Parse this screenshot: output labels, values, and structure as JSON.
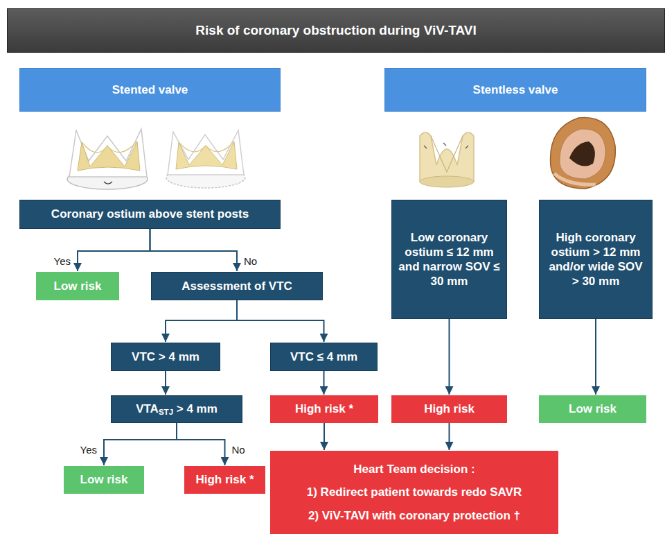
{
  "diagram": {
    "title": "Risk of coronary obstruction during ViV-TAVI",
    "nodes": [
      {
        "text": [
          "Stented valve"
        ]
      },
      {
        "text": [
          "Stentless valve"
        ]
      },
      {
        "text": [
          "Coronary ostium above stent posts"
        ]
      },
      {
        "text": [
          "Low coronary ostium ≤ 12 mm and narrow SOV ≤ 30 mm"
        ]
      },
      {
        "text": [
          "High coronary ostium > 12 mm and/or wide SOV > 30 mm"
        ]
      },
      {
        "text": [
          "Low risk"
        ]
      },
      {
        "text": [
          "Assessment of VTC"
        ]
      },
      {
        "text": [
          "VTC > 4 mm"
        ]
      },
      {
        "text": [
          "VTC ≤ 4 mm"
        ]
      },
      {
        "text": [
          "VTA",
          "STJ",
          " > 4 mm"
        ]
      },
      {
        "text": [
          "High risk *"
        ]
      },
      {
        "text": [
          "High risk"
        ]
      },
      {
        "text": [
          "Low risk"
        ]
      },
      {
        "text": [
          "Low risk"
        ]
      },
      {
        "text": [
          "High risk *"
        ]
      },
      {
        "text": [
          "Heart Team decision :",
          "1) Redirect patient towards redo SAVR",
          "2) ViV-TAVI with coronary protection †"
        ]
      }
    ],
    "edges": [
      {
        "from": 2,
        "to": 5,
        "arrow": "to",
        "label": "Yes"
      },
      {
        "from": 2,
        "to": 6,
        "arrow": "to",
        "label": "No"
      },
      {
        "from": 6,
        "to": 7,
        "arrow": "to"
      },
      {
        "from": 6,
        "to": 8,
        "arrow": "to"
      },
      {
        "from": 7,
        "to": 9,
        "arrow": "to"
      },
      {
        "from": 9,
        "to": 13,
        "arrow": "to",
        "label": "Yes"
      },
      {
        "from": 9,
        "to": 14,
        "arrow": "to",
        "label": "No"
      },
      {
        "from": 8,
        "to": 10,
        "arrow": "to"
      },
      {
        "from": 3,
        "to": 11,
        "arrow": "to"
      },
      {
        "from": 4,
        "to": 12,
        "arrow": "to"
      },
      {
        "from": 10,
        "to": 15,
        "arrow": "to"
      },
      {
        "from": 11,
        "to": 15,
        "arrow": "to"
      }
    ]
  }
}
